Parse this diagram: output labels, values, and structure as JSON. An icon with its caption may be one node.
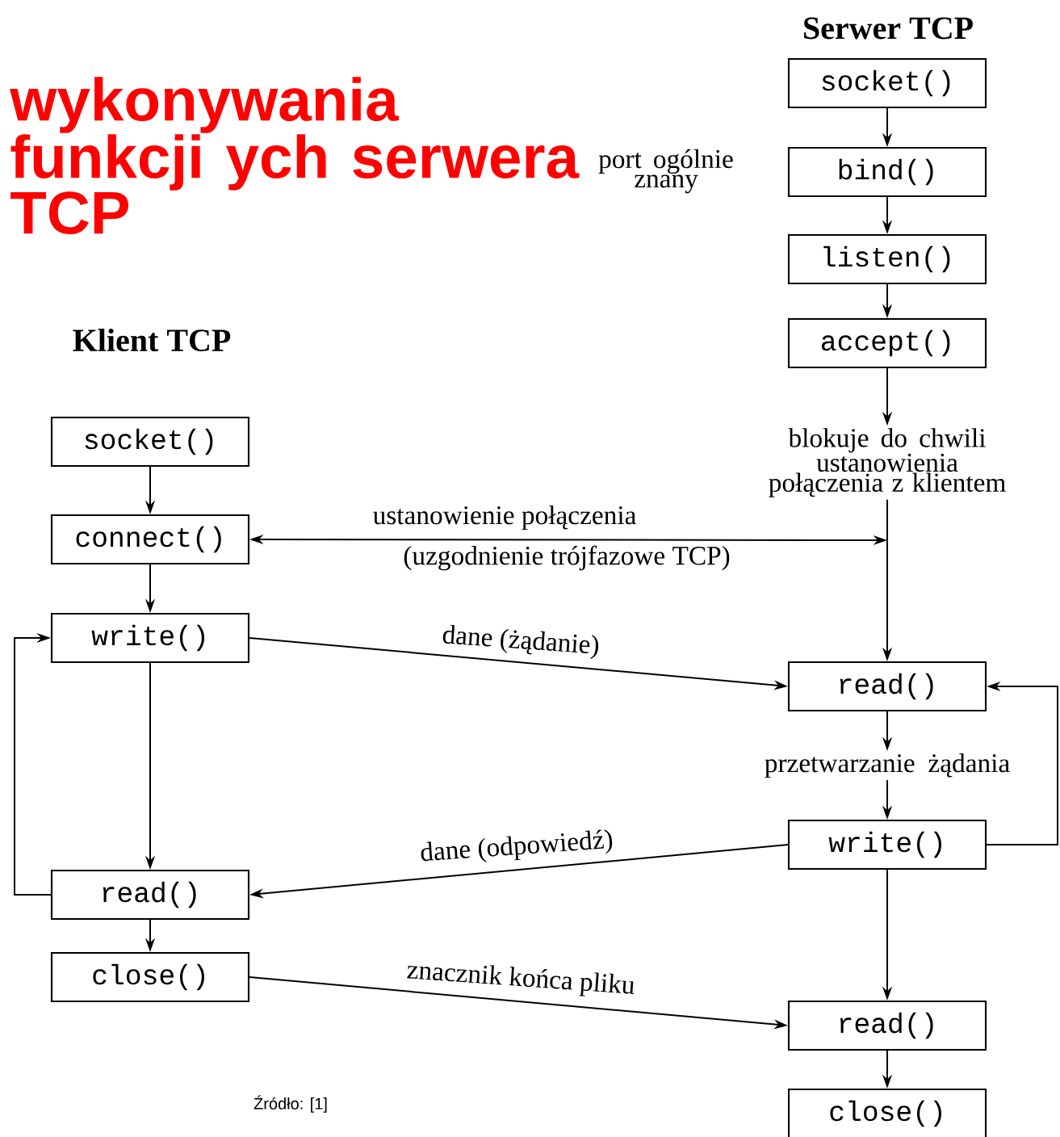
{
  "diagram": {
    "title": "wykonywania funkcji ych serwera TCP",
    "nodes": [
      {
        "text": [
          "socket()"
        ]
      },
      {
        "text": [
          "bind()"
        ],
        "beside": [
          "port ogólnie znany"
        ]
      },
      {
        "text": [
          "listen()"
        ]
      },
      {
        "text": [
          "accept()"
        ]
      },
      {
        "text": [
          "blokuje do chwili ustanowienia połączenia z klientem"
        ]
      },
      {
        "text": [
          "read()"
        ]
      },
      {
        "text": [
          "przetwarzanie żądania"
        ]
      },
      {
        "text": [
          "write()"
        ]
      },
      {
        "text": [
          "read()"
        ]
      },
      {
        "text": [
          "close()"
        ]
      },
      {
        "text": [
          "socket()"
        ]
      },
      {
        "text": [
          "connect()"
        ]
      },
      {
        "text": [
          "write()"
        ]
      },
      {
        "text": [
          "read()"
        ]
      },
      {
        "text": [
          "close()"
        ]
      }
    ],
    "edges": [
      {
        "from": 0,
        "to": 1,
        "arrow": "to"
      },
      {
        "from": 1,
        "to": 2,
        "arrow": "to"
      },
      {
        "from": 2,
        "to": 3,
        "arrow": "to"
      },
      {
        "from": 3,
        "to": 4,
        "arrow": "to"
      },
      {
        "from": 4,
        "to": 5,
        "arrow": "to"
      },
      {
        "from": 11,
        "to": null,
        "arrow": "both",
        "label": "ustanowienie połączenia"
      },
      {
        "from": 5,
        "to": 6,
        "arrow": "to"
      },
      {
        "from": 6,
        "to": 7,
        "arrow": "to"
      },
      {
        "from": 7,
        "to": 5,
        "arrow": "to"
      },
      {
        "from": 7,
        "to": 8,
        "arrow": "to"
      },
      {
        "from": 8,
        "to": 9,
        "arrow": "to"
      },
      {
        "from": 10,
        "to": 11,
        "arrow": "to"
      },
      {
        "from": 11,
        "to": 12,
        "arrow": "to"
      },
      {
        "from": 12,
        "to": 13,
        "arrow": "to"
      },
      {
        "from": 13,
        "to": 12,
        "arrow": "to"
      },
      {
        "from": 13,
        "to": 14,
        "arrow": "to"
      },
      {
        "from": 12,
        "to": 5,
        "arrow": "to",
        "label": "dane (żądanie)"
      },
      {
        "from": 7,
        "to": 13,
        "arrow": "to",
        "label": "dane (odpowiedź)"
      },
      {
        "from": 14,
        "to": 8,
        "arrow": "to",
        "label": "znacznik końca pliku"
      }
    ],
    "labels": [
      "Serwer TCP",
      "Klient TCP",
      "(uzgodnienie trójfazowe TCP)",
      "Źródło: [1]"
    ]
  }
}
